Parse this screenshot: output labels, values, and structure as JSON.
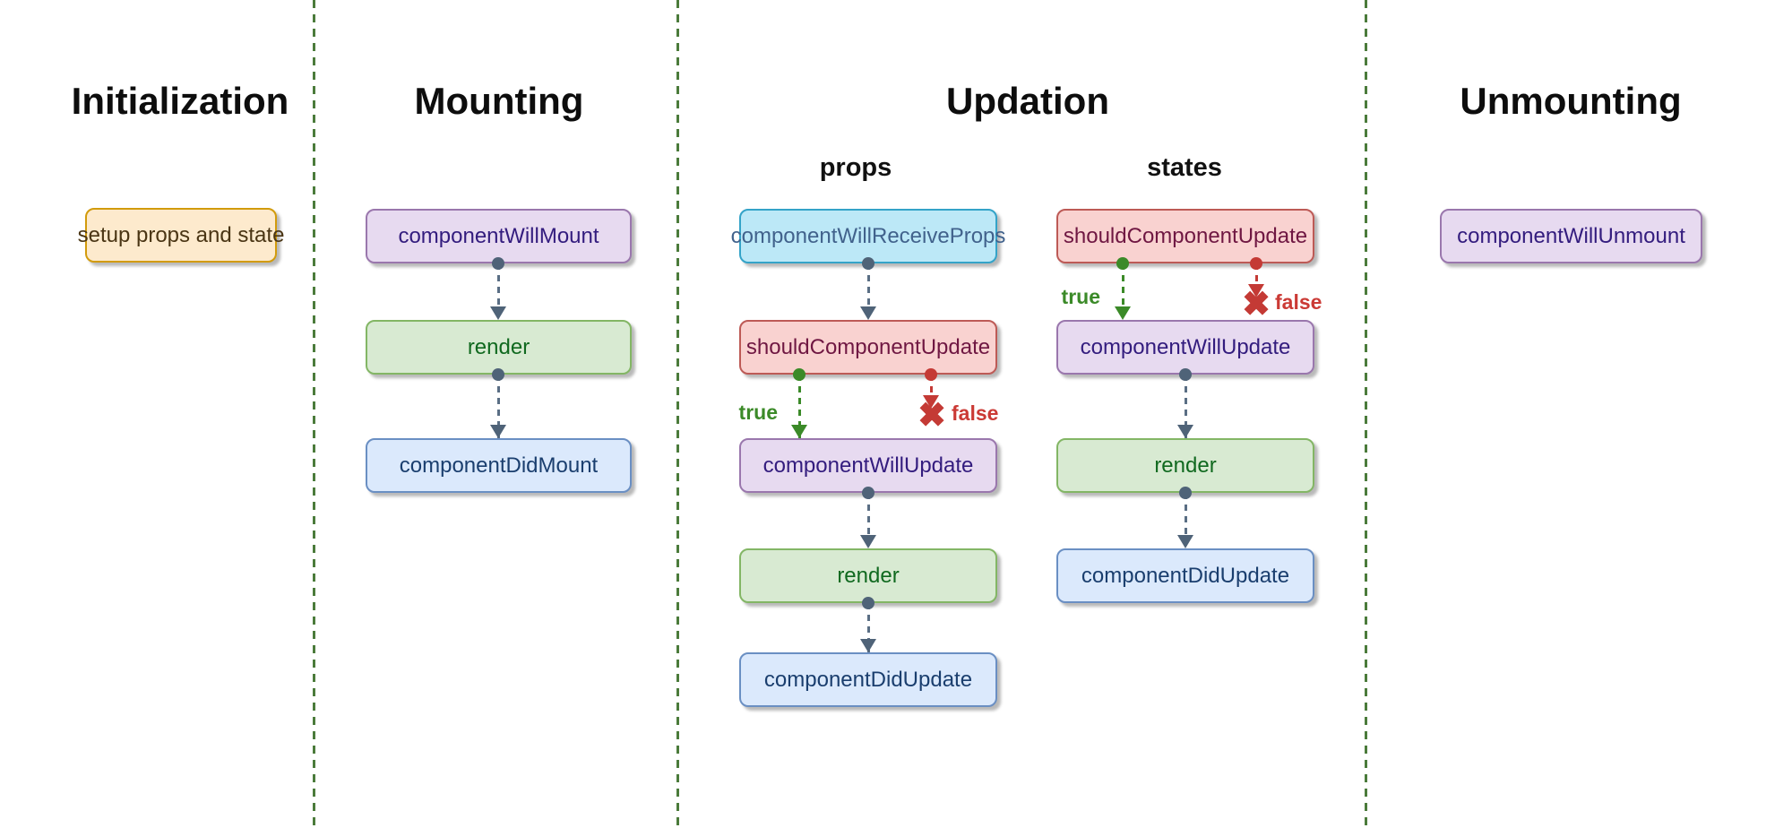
{
  "columns": {
    "initialization": {
      "title": "Initialization",
      "node": {
        "label": "setup props and state",
        "style": "orange"
      }
    },
    "mounting": {
      "title": "Mounting",
      "nodes": [
        {
          "label": "componentWillMount",
          "style": "purple"
        },
        {
          "label": "render",
          "style": "green"
        },
        {
          "label": "componentDidMount",
          "style": "blue"
        }
      ]
    },
    "updation": {
      "title": "Updation",
      "props_flow": {
        "label": "props",
        "nodes": [
          {
            "label": "componentWillReceiveProps",
            "style": "cyan"
          },
          {
            "label": "shouldComponentUpdate",
            "style": "pink"
          },
          {
            "label": "componentWillUpdate",
            "style": "purple"
          },
          {
            "label": "render",
            "style": "green"
          },
          {
            "label": "componentDidUpdate",
            "style": "blue"
          }
        ],
        "branch": {
          "true_label": "true",
          "false_label": "false"
        }
      },
      "states_flow": {
        "label": "states",
        "nodes": [
          {
            "label": "shouldComponentUpdate",
            "style": "pink"
          },
          {
            "label": "componentWillUpdate",
            "style": "purple"
          },
          {
            "label": "render",
            "style": "green"
          },
          {
            "label": "componentDidUpdate",
            "style": "blue"
          }
        ],
        "branch": {
          "true_label": "true",
          "false_label": "false"
        }
      }
    },
    "unmounting": {
      "title": "Unmounting",
      "node": {
        "label": "componentWillUnmount",
        "style": "purple"
      }
    }
  },
  "icons": {
    "reject_x": "✖"
  },
  "colors": {
    "background": "#ffffff",
    "separator_green": "#4b7b3b",
    "connector_slate": "#4f6378",
    "true_branch_green": "#3b8a28",
    "false_branch_red": "#c43a35",
    "node_orange_fill": "#fdeacd",
    "node_orange_border": "#d29b0c",
    "node_orange_text": "#4a3514",
    "node_purple_fill": "#e7daf0",
    "node_purple_border": "#9a77ad",
    "node_purple_text": "#331c7e",
    "node_green_fill": "#d8ead2",
    "node_green_border": "#83b665",
    "node_green_text": "#10691f",
    "node_blue_fill": "#dbe9fc",
    "node_blue_border": "#6a8fc3",
    "node_blue_text": "#1a3e6e",
    "node_cyan_fill": "#bce8f7",
    "node_cyan_border": "#34a3c8",
    "node_cyan_text": "#41628c",
    "node_pink_fill": "#f9d2d0",
    "node_pink_border": "#bd5a56",
    "node_pink_text": "#6f1742"
  }
}
